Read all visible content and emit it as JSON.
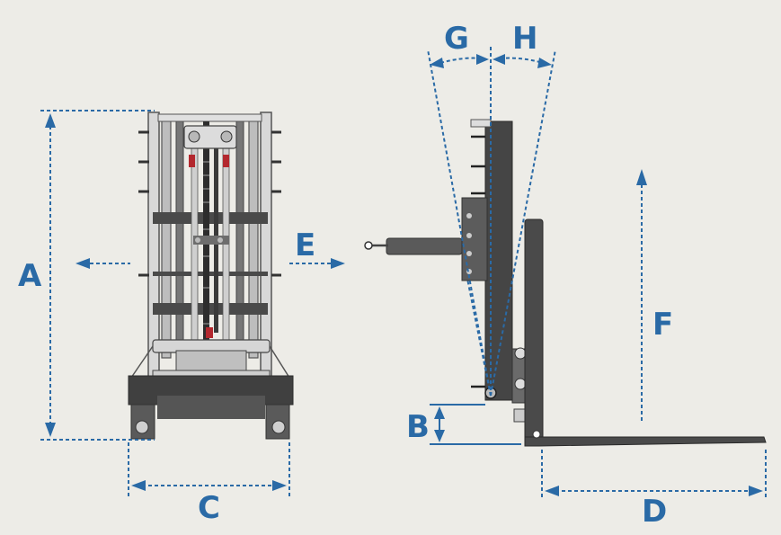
{
  "colors": {
    "background": "#edece7",
    "dimension_blue": "#2a6aa6",
    "steel_dark": "#404040",
    "steel_mid": "#6f6f6f",
    "steel_light": "#cfcfcf",
    "hydraulic_red": "#b3282e"
  },
  "labels": {
    "A": "A",
    "B": "B",
    "C": "C",
    "D": "D",
    "E": "E",
    "F": "F",
    "G": "G",
    "H": "H"
  }
}
